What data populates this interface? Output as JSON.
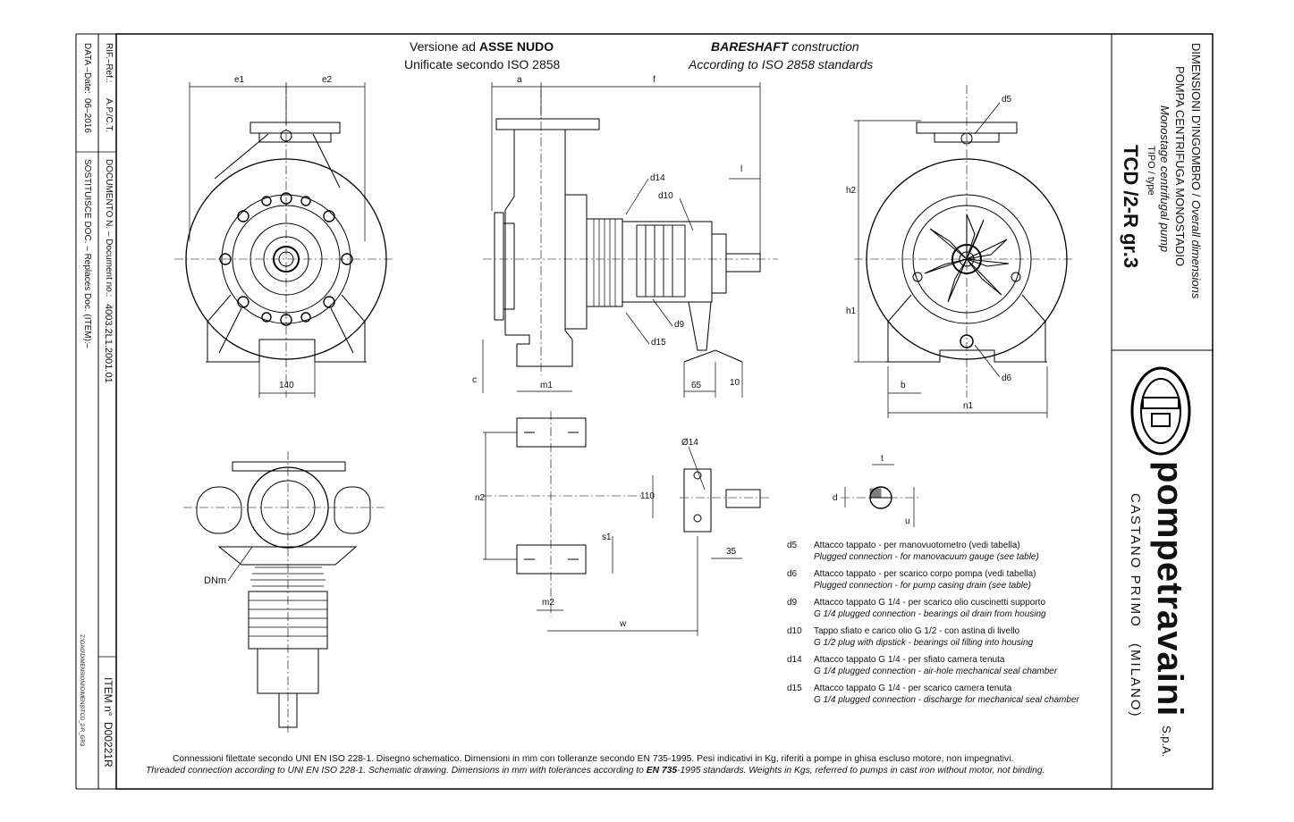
{
  "header": {
    "it_line1_pre": "Versione ad",
    "it_line1_bold": "ASSE NUDO",
    "it_line2": "Unificate secondo ISO 2858",
    "en_line1_bold": "BARESHAFT",
    "en_line1_rest": "construction",
    "en_line2": "According to ISO 2858 standards"
  },
  "title_block": {
    "line1_it": "DIMENSIONI D'INGOMBRO /",
    "line1_en": "Overall dimensions",
    "line2": "POMPA CENTRIFUGA MONOSTADIO",
    "line3": "Monostage centrifugal pump",
    "line4": "TIPO / type",
    "model": "TCD /2-R gr.3"
  },
  "company": {
    "name": "pompetravaini",
    "suffix": "S.p.A.",
    "city": "CASTANO PRIMO",
    "province": "(MILANO)"
  },
  "left_strip": {
    "rif_label": "RIF.–Ref.:",
    "rif_value": "A.P./C.T.",
    "data_label": "DATA –Date:",
    "data_value": "06–2016",
    "doc_label": "DOCUMENTO N. – Document no.:",
    "doc_value": "4003.2L1.2001.01",
    "sost_label": "SOSTITUISCE DOC. – Replaces Doc. (ITEM):",
    "sost_value": "–",
    "item_label": "ITEM n°",
    "item_value": "D00221R",
    "path": "Z:\\DAO\\DIMENSIONI\\DIMENS\\TCD_2-R_GR3"
  },
  "dims": {
    "e1": "e1",
    "e2": "e2",
    "a": "a",
    "f": "f",
    "l": "l",
    "d5": "d5",
    "d6": "d6",
    "d9": "d9",
    "d10": "d10",
    "d14": "d14",
    "d15": "d15",
    "h1": "h1",
    "h2": "h2",
    "c": "c",
    "m1": "m1",
    "b": "b",
    "n1": "n1",
    "v65": "65",
    "v10": "10",
    "v140": "140",
    "n2": "n2",
    "s1": "s1",
    "m2": "m2",
    "w": "w",
    "v110": "110",
    "phi14": "Ø14",
    "v35": "35",
    "t": "t",
    "d": "d",
    "u": "u",
    "dnm": "DNm"
  },
  "legend": [
    {
      "code": "d5",
      "it": "Attacco tappato - per manovuotometro (vedi tabella)",
      "en": "Plugged connection - for manovacuum gauge (see table)"
    },
    {
      "code": "d6",
      "it": "Attacco tappato - per scarico corpo pompa (vedi tabella)",
      "en": "Plugged connection - for pump casing drain (see table)"
    },
    {
      "code": "d9",
      "it": "Attacco tappato G 1/4 - per scarico olio cuscinetti supporto",
      "en": "G 1/4 plugged connection - bearings oil drain from housing"
    },
    {
      "code": "d10",
      "it": "Tappo sfiato e carico olio G 1/2 - con astina di livello",
      "en": "G 1/2 plug with dipstick - bearings oil filling into housing"
    },
    {
      "code": "d14",
      "it": "Attacco tappato G 1/4 - per sfiato camera tenuta",
      "en": "G 1/4 plugged connection - air-hole mechanical seal chamber"
    },
    {
      "code": "d15",
      "it": "Attacco tappato G 1/4 - per scarico camera tenuta",
      "en": "G 1/4 plugged connection - discharge for mechanical seal chamber"
    }
  ],
  "footer": {
    "it": "Connessioni filettate secondo UNI EN ISO 228-1. Disegno schematico. Dimensioni in mm con tolleranze secondo EN 735-1995. Pesi indicativi in Kg, riferiti a pompe in ghisa escluso motore, non impegnativi.",
    "en_pre": "Threaded connection according to UNI EN ISO 228-1. Schematic drawing. Dimensions in mm with tolerances according to",
    "en_bold": "EN 735",
    "en_post": "-1995 standards. Weights in Kgs, referred to pumps in cast iron without motor, not binding."
  }
}
